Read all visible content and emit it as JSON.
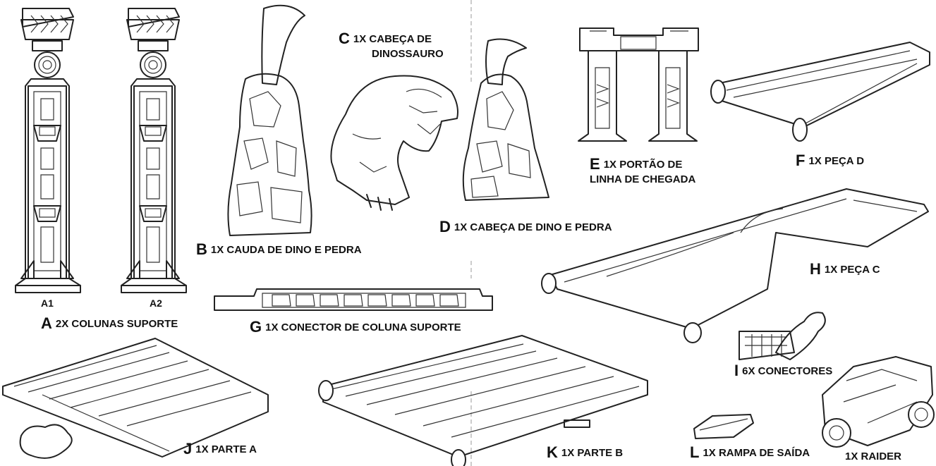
{
  "parts": [
    {
      "letter": "A",
      "text": "2X COLUNAS SUPORTE"
    },
    {
      "letter": "B",
      "text": "1X CAUDA DE DINO E PEDRA"
    },
    {
      "letter": "C",
      "text": "1X CABEÇA DE",
      "text2": "DINOSSAURO"
    },
    {
      "letter": "D",
      "text": "1X CABEÇA DE DINO E PEDRA"
    },
    {
      "letter": "E",
      "text": "1X PORTÃO DE",
      "text2": "LINHA DE CHEGADA"
    },
    {
      "letter": "F",
      "text": "1X PEÇA D"
    },
    {
      "letter": "G",
      "text": "1X CONECTOR DE COLUNA SUPORTE"
    },
    {
      "letter": "H",
      "text": "1X PEÇA C"
    },
    {
      "letter": "I",
      "text": "6X CONECTORES"
    },
    {
      "letter": "J",
      "text": "1X PARTE A"
    },
    {
      "letter": "K",
      "text": "1X PARTE B"
    },
    {
      "letter": "L",
      "text": "1X RAMPA DE SAÍDA"
    }
  ],
  "sublabels": {
    "a1": "A1",
    "a2": "A2"
  },
  "raider_label": "1X  RAIDER"
}
